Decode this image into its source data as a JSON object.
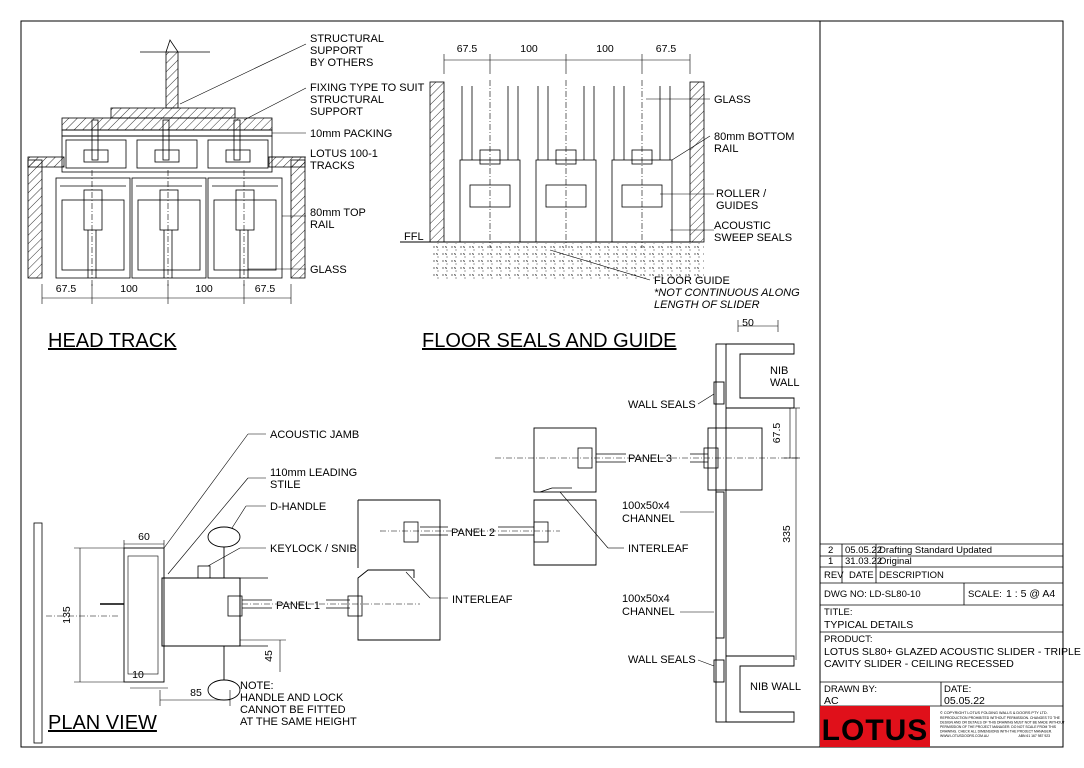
{
  "head_track": {
    "title": "HEAD TRACK",
    "labels": {
      "structural_support_1": "STRUCTURAL",
      "structural_support_2": "SUPPORT",
      "structural_support_3": "BY OTHERS",
      "fixing_1": "FIXING TYPE TO SUIT",
      "fixing_2": "STRUCTURAL",
      "fixing_3": "SUPPORT",
      "packing": "10mm PACKING",
      "tracks_1": "LOTUS 100-1",
      "tracks_2": "TRACKS",
      "top_rail_1": "80mm TOP",
      "top_rail_2": "RAIL",
      "glass": "GLASS"
    },
    "dims": [
      "67.5",
      "100",
      "100",
      "67.5"
    ]
  },
  "floor": {
    "title": "FLOOR SEALS AND GUIDE",
    "labels": {
      "glass": "GLASS",
      "bottom_rail_1": "80mm BOTTOM",
      "bottom_rail_2": "RAIL",
      "roller_1": "ROLLER /",
      "roller_2": "GUIDES",
      "sweep_1": "ACOUSTIC",
      "sweep_2": "SWEEP SEALS",
      "ffl": "FFL",
      "floor_guide": "FLOOR GUIDE",
      "note_1": "*NOT CONTINUOUS ALONG",
      "note_2": "LENGTH OF SLIDER"
    },
    "dims": [
      "67.5",
      "100",
      "100",
      "67.5"
    ]
  },
  "plan": {
    "title": "PLAN VIEW",
    "labels": {
      "acoustic_jamb": "ACOUSTIC JAMB",
      "stile_1": "110mm LEADING",
      "stile_2": "STILE",
      "d_handle": "D-HANDLE",
      "keylock": "KEYLOCK / SNIB",
      "panel_1": "PANEL 1",
      "panel_2": "PANEL 2",
      "panel_3": "PANEL 3",
      "interleaf_1": "INTERLEAF",
      "interleaf_2": "INTERLEAF",
      "channel_1a": "100x50x4",
      "channel_1b": "CHANNEL",
      "channel_2a": "100x50x4",
      "channel_2b": "CHANNEL",
      "wall_seals_1": "WALL SEALS",
      "wall_seals_2": "WALL SEALS",
      "nib_wall_1a": "NIB",
      "nib_wall_1b": "WALL",
      "nib_wall_2": "NIB WALL",
      "note_1": "NOTE:",
      "note_2": "HANDLE AND LOCK",
      "note_3": "CANNOT BE FITTED",
      "note_4": "AT THE SAME HEIGHT"
    },
    "dims": {
      "d60": "60",
      "d135": "135",
      "d45": "45",
      "d10": "10",
      "d85": "85",
      "d50": "50",
      "d67": "67.5",
      "d335": "335"
    }
  },
  "title_block": {
    "revisions": [
      {
        "rev": "2",
        "date": "05.05.22",
        "desc": "Drafting Standard Updated"
      },
      {
        "rev": "1",
        "date": "31.03.22",
        "desc": "Original"
      }
    ],
    "rev_header": {
      "rev": "REV",
      "date": "DATE",
      "desc": "DESCRIPTION"
    },
    "dwg_no": "DWG NO: LD-SL80-10",
    "scale_label": "SCALE:",
    "scale_value": "1 : 5 @ A4",
    "title_label": "TITLE:",
    "title_value": "TYPICAL DETAILS",
    "product_label": "PRODUCT:",
    "product_1": "LOTUS SL80+ GLAZED ACOUSTIC SLIDER - TRIPLE",
    "product_2": "CAVITY SLIDER - CEILING RECESSED",
    "drawn_label": "DRAWN BY:",
    "drawn_value": "AC",
    "date_label": "DATE:",
    "date_value": "05.05.22",
    "logo": "LOTUS",
    "copyright": [
      "© COPYRIGHT LOTUS FOLDING WALLS & DOORS PTY LTD.",
      "REPRODUCTION PROHIBITED WITHOUT PERMISSION. CHANGES TO THE",
      "DESIGN AND OR DETAILS OF THIS DRAWING MUST NOT BE MADE WITHOUT",
      "PERMISSION OF THE PROJECT MANAGER. DO NOT SCALE FROM THIS",
      "DRAWING. CHECK ALL DIMENSIONS WITH THE PROJECT MANAGER.",
      "WWW.LOTUSDOORS.COM.AU",
      "ABN 61 167 987 923"
    ]
  },
  "colors": {
    "logo_bg": "#e0101a",
    "line": "#000000"
  }
}
